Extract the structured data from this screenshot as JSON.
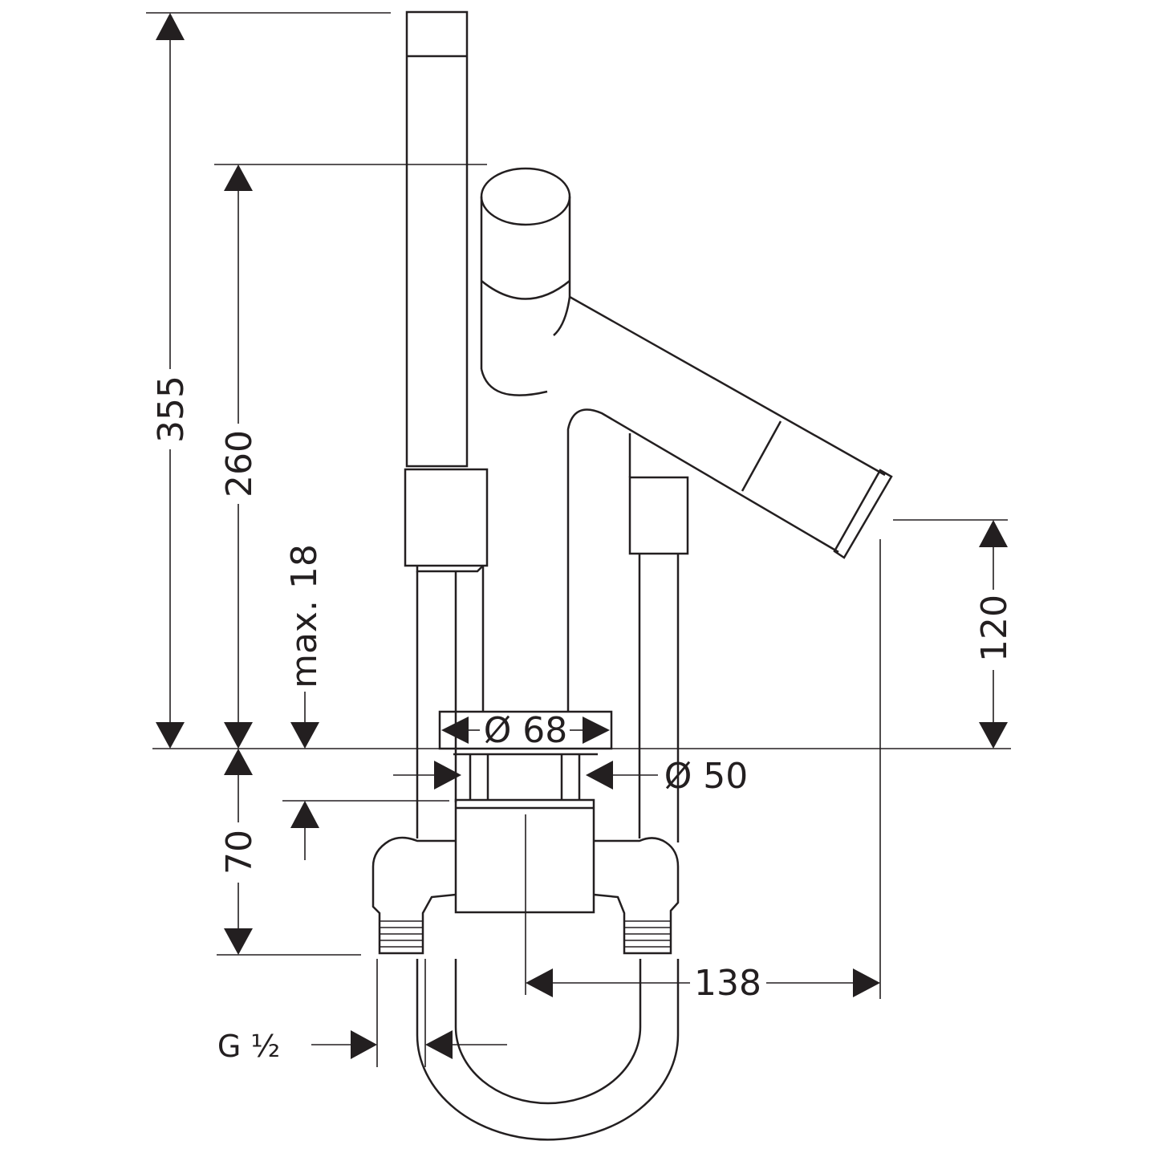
{
  "title": "Single lever basin mixer dimension drawing",
  "dimensions": {
    "total_height": "355",
    "spout_height": "260",
    "max_thickness": "max. 18",
    "below_deck": "70",
    "rosette_diameter": "Ø 68",
    "hole_diameter": "Ø 50",
    "spout_clearance": "120",
    "spout_reach": "138",
    "connection": "G ½"
  },
  "colors": {
    "line": "#231f20",
    "background": "#ffffff"
  }
}
